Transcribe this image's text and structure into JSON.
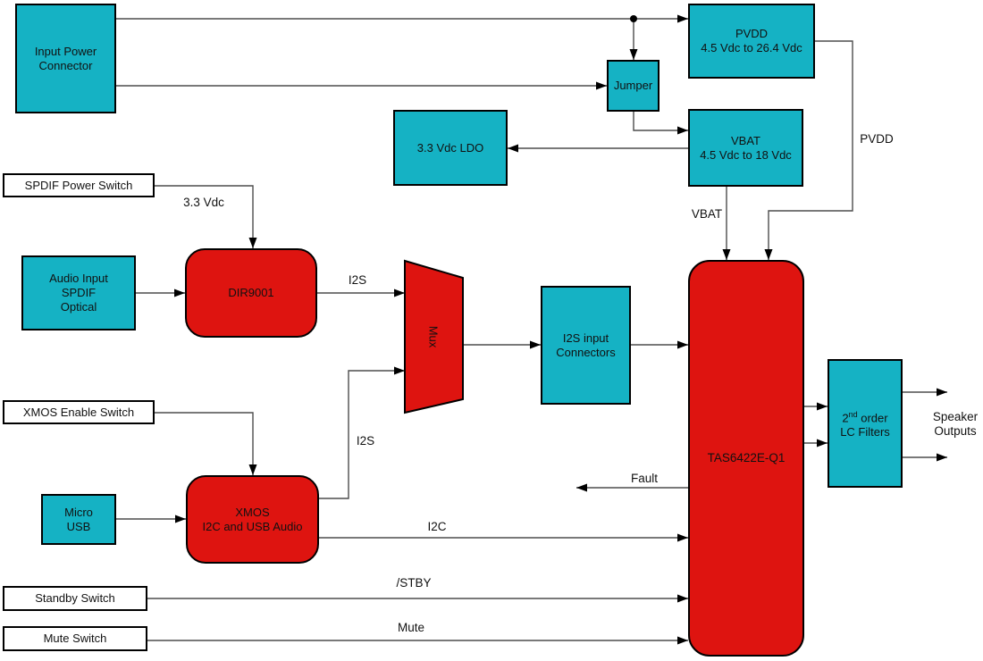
{
  "nodes": {
    "input_power": {
      "label": "Input Power\nConnector"
    },
    "pvdd": {
      "label": "PVDD\n4.5 Vdc to 26.4 Vdc"
    },
    "jumper": {
      "label": "Jumper"
    },
    "vbat": {
      "label": "VBAT\n4.5 Vdc to 18 Vdc"
    },
    "ldo": {
      "label": "3.3 Vdc LDO"
    },
    "spdif_switch": {
      "label": "SPDIF Power Switch"
    },
    "audio_input": {
      "label": "Audio Input\nSPDIF\nOptical"
    },
    "dir9001": {
      "label": "DIR9001"
    },
    "mux": {
      "label": "Mux"
    },
    "i2s_connectors": {
      "label": "I2S input\nConnectors"
    },
    "tas": {
      "label": "TAS6422E-Q1"
    },
    "lc_filters": {
      "line1_base": "2",
      "line1_sup": "nd",
      "line1_rest": " order",
      "line2": "LC Filters"
    },
    "xmos_enable": {
      "label": "XMOS Enable Switch"
    },
    "micro_usb": {
      "label": "Micro\nUSB"
    },
    "xmos": {
      "label": "XMOS\nI2C and USB Audio"
    },
    "standby_switch": {
      "label": "Standby Switch"
    },
    "mute_switch": {
      "label": "Mute Switch"
    }
  },
  "wire_labels": {
    "vdc33": "3.3 Vdc",
    "pvdd": "PVDD",
    "vbat": "VBAT",
    "i2s_top": "I2S",
    "i2s_bot": "I2S",
    "i2c": "I2C",
    "fault": "Fault",
    "stby": "/STBY",
    "mute": "Mute",
    "speaker": "Speaker\nOutputs"
  },
  "colors": {
    "teal": "#15b2c4",
    "red": "#de1410",
    "wire": "#4d4d4d",
    "background": "#ffffff"
  }
}
